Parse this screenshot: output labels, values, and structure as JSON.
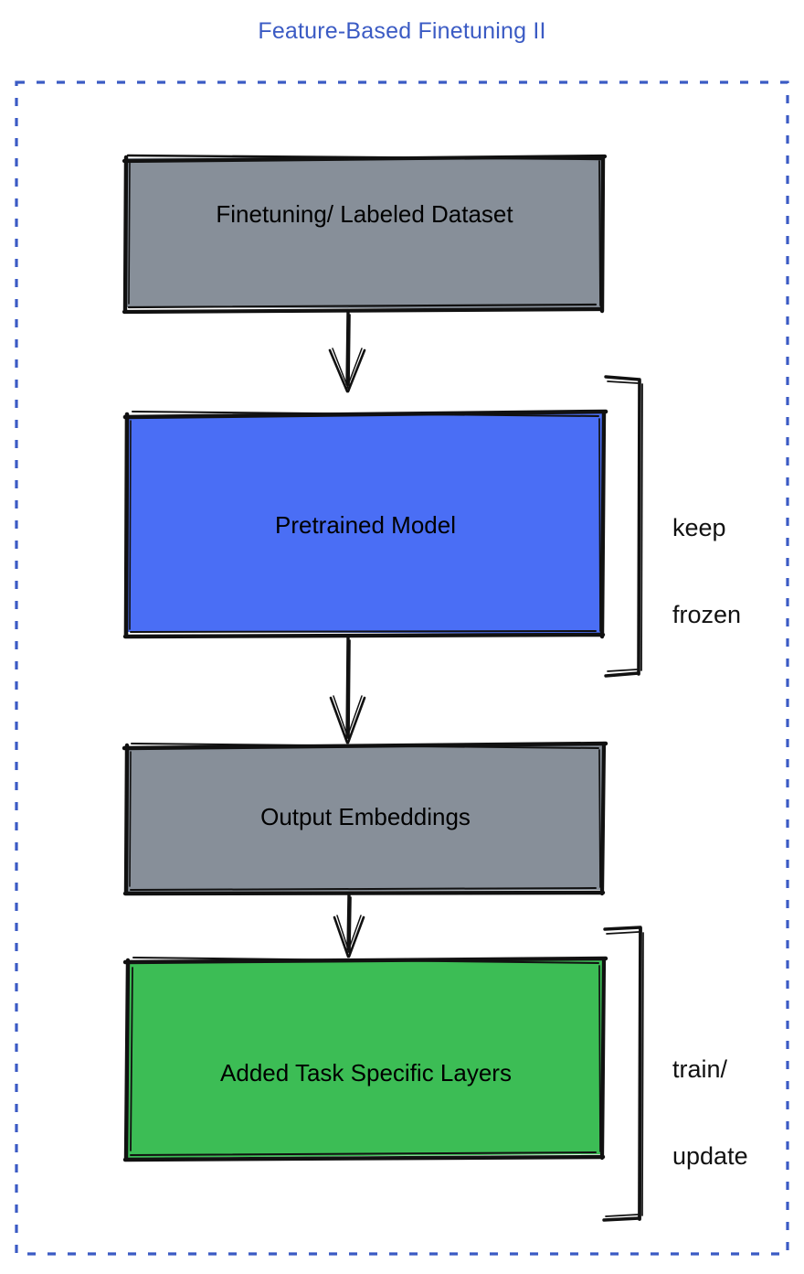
{
  "page": {
    "title": "Feature-Based Finetuning II",
    "title_color": "#3b5bc4",
    "background": "#ffffff"
  },
  "container": {
    "border_style": "dashed",
    "border_color": "#3b5bc4"
  },
  "diagram": {
    "type": "flowchart",
    "orientation": "top-to-bottom",
    "nodes": [
      {
        "id": "dataset",
        "label": "Finetuning/ Labeled Dataset",
        "fill": "#878f99",
        "stroke": "#000000",
        "shape": "rectangle"
      },
      {
        "id": "pretrained-model",
        "label": "Pretrained Model",
        "fill": "#4a6ef5",
        "stroke": "#000000",
        "shape": "rectangle"
      },
      {
        "id": "output-embeddings",
        "label": "Output Embeddings",
        "fill": "#878f99",
        "stroke": "#000000",
        "shape": "rectangle"
      },
      {
        "id": "task-layers",
        "label": "Added Task Specific Layers",
        "fill": "#3cbd55",
        "stroke": "#000000",
        "shape": "rectangle"
      }
    ],
    "edges": [
      {
        "from": "dataset",
        "to": "pretrained-model",
        "arrow": "open-v"
      },
      {
        "from": "pretrained-model",
        "to": "output-embeddings",
        "arrow": "open-v"
      },
      {
        "from": "output-embeddings",
        "to": "task-layers",
        "arrow": "open-v"
      }
    ],
    "annotations": [
      {
        "id": "keep-frozen",
        "line1": "keep",
        "line2": "frozen",
        "targets": [
          "pretrained-model"
        ],
        "bracket": "right"
      },
      {
        "id": "train-update",
        "line1": "train/",
        "line2": "update",
        "targets": [
          "task-layers"
        ],
        "bracket": "right"
      }
    ]
  }
}
